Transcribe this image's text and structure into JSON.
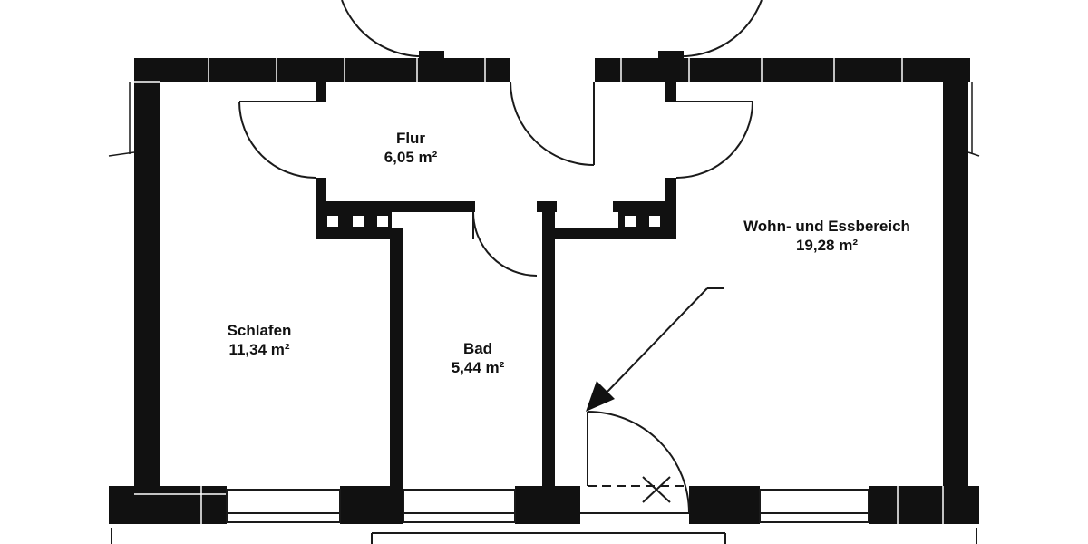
{
  "colors": {
    "wall": "#111111",
    "line": "#1a1a1a",
    "background": "#ffffff"
  },
  "rooms": [
    {
      "id": "flur",
      "name": "Flur",
      "area": "6,05 m²"
    },
    {
      "id": "wohn",
      "name": "Wohn- und Essbereich",
      "area": "19,28 m²"
    },
    {
      "id": "schlafen",
      "name": "Schlafen",
      "area": "11,34 m²"
    },
    {
      "id": "bad",
      "name": "Bad",
      "area": "5,44 m²"
    }
  ]
}
